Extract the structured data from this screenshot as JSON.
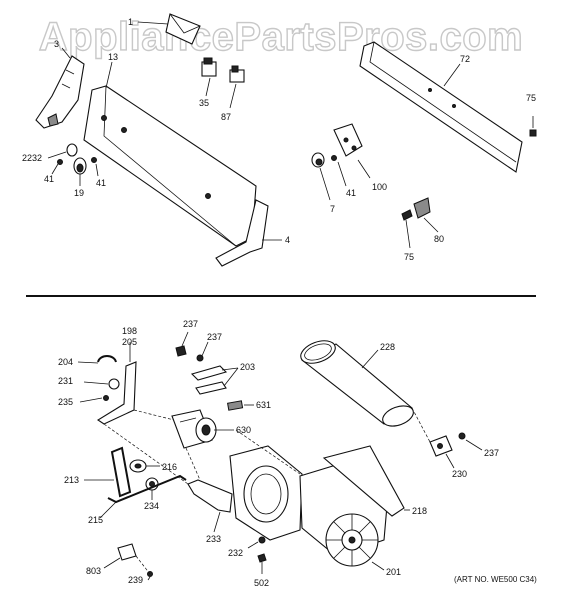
{
  "watermark": "AppliancePartsPros.com",
  "art_number": "(ART NO. WE500 C34)",
  "callouts": {
    "c1": "1",
    "c3": "3",
    "c13": "13",
    "c35": "35",
    "c87": "87",
    "c2232": "2232",
    "c41a": "41",
    "c19": "19",
    "c41b": "41",
    "c4": "4",
    "c72": "72",
    "c75a": "75",
    "c100": "100",
    "c7": "7",
    "c41c": "41",
    "c80": "80",
    "c75b": "75",
    "c198": "198",
    "c205": "205",
    "c237a": "237",
    "c237b": "237",
    "c204": "204",
    "c203": "203",
    "c231": "231",
    "c235": "235",
    "c228": "228",
    "c631": "631",
    "c630": "630",
    "c237c": "237",
    "c230": "230",
    "c216": "216",
    "c213": "213",
    "c234": "234",
    "c215": "215",
    "c233": "233",
    "c218": "218",
    "c232": "232",
    "c803": "803",
    "c239": "239",
    "c502": "502",
    "c201": "201"
  }
}
